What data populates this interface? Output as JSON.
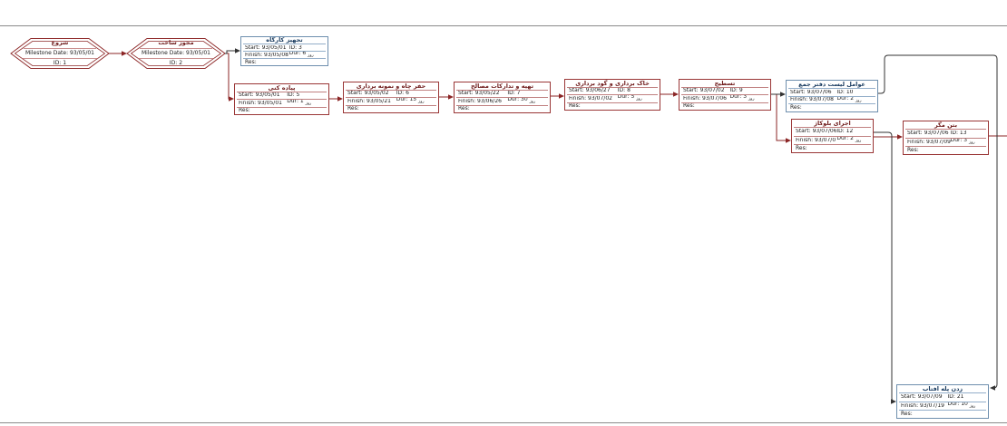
{
  "diagram": {
    "kind": "project-network-diagram",
    "colors": {
      "critical_border": "#9a3636",
      "critical_link": "#8b2525",
      "noncritical_border": "#6e8fae",
      "normal_link": "#333333",
      "page_line": "#8a8a8a"
    },
    "milestones": [
      {
        "title": "شروع",
        "date": "Milestone Date: 93/05/01",
        "id": "ID: 1"
      },
      {
        "title": "مجوز ساخت",
        "date": "Milestone Date: 93/05/01",
        "id": "ID: 2"
      }
    ],
    "tasks": [
      {
        "title": "تجهیز کارگاه",
        "start": "Start: 93/05/01",
        "id": "ID: 3",
        "finish": "Finish: 93/05/08",
        "dur": "Dur: 6",
        "dur_unit": "روز",
        "res": "Res:",
        "critical": false
      },
      {
        "title": "پیاده کنی",
        "start": "Start: 93/05/01",
        "id": "ID: 5",
        "finish": "Finish: 93/05/01",
        "dur": "Dur: 1",
        "dur_unit": "روز",
        "res": "Res:",
        "critical": true
      },
      {
        "title": "حفر چاه و نمونه برداری",
        "start": "Start: 93/05/02",
        "id": "ID: 6",
        "finish": "Finish: 93/05/21",
        "dur": "Dur: 15",
        "dur_unit": "روز",
        "res": "Res:",
        "critical": true
      },
      {
        "title": "تهیه و تدارکات مصالح",
        "start": "Start: 93/05/22",
        "id": "ID: 7",
        "finish": "Finish: 93/06/26",
        "dur": "Dur: 30",
        "dur_unit": "روز",
        "res": "Res:",
        "critical": true
      },
      {
        "title": "خاک برداری و گود برداری",
        "start": "Start: 93/06/27",
        "id": "ID: 8",
        "finish": "Finish: 93/07/02",
        "dur": "Dur: 5",
        "dur_unit": "روز",
        "res": "Res:",
        "critical": true
      },
      {
        "title": "تسطیح",
        "start": "Start: 93/07/02",
        "id": "ID: 9",
        "finish": "Finish: 93/07/06",
        "dur": "Dur: 3",
        "dur_unit": "روز",
        "res": "Res:",
        "critical": true
      },
      {
        "title": "عوامل لیست دفتر جمع",
        "start": "Start: 93/07/06",
        "id": "ID: 10",
        "finish": "Finish: 93/07/08",
        "dur": "Dur: 2",
        "dur_unit": "روز",
        "res": "Res:",
        "critical": false
      },
      {
        "title": "اجرای بلوکاژ",
        "start": "Start: 93/07/06",
        "id": "ID: 12",
        "finish": "Finish: 93/07/07",
        "dur": "Dur: 2",
        "dur_unit": "روز",
        "res": "Res:",
        "critical": true
      },
      {
        "title": "بتن مگر",
        "start": "Start: 93/07/06",
        "id": "ID: 13",
        "finish": "Finish: 93/07/09",
        "dur": "Dur: 3",
        "dur_unit": "روز",
        "res": "Res:",
        "critical": true
      },
      {
        "title": "زدن پله افتاب",
        "start": "Start: 93/07/09",
        "id": "ID: 21",
        "finish": "Finish: 93/07/19",
        "dur": "Dur: 10",
        "dur_unit": "روز",
        "res": "Res:",
        "critical": false
      }
    ]
  }
}
